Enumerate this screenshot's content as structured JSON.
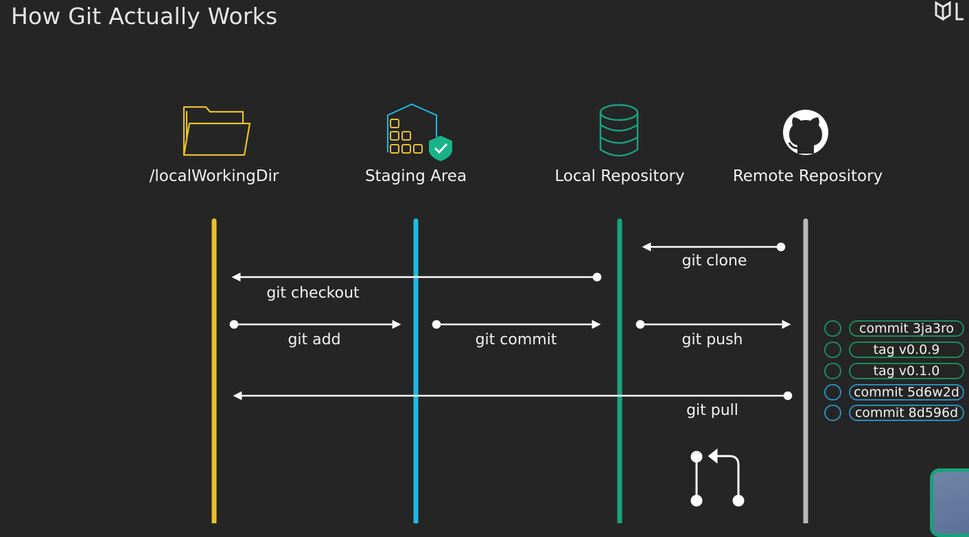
{
  "title": "How Git Actually Works",
  "columns": [
    {
      "label": "/localWorkingDir",
      "icon": "folder-icon",
      "color": "#e8c12c"
    },
    {
      "label": "Staging Area",
      "icon": "staging-box-icon",
      "color": "#1fb9e6"
    },
    {
      "label": "Local Repository",
      "icon": "database-icon",
      "color": "#19a27e"
    },
    {
      "label": "Remote Repository",
      "icon": "github-icon",
      "color": "#b8b8b8"
    }
  ],
  "operations": [
    {
      "label": "git clone",
      "from": "Remote Repository",
      "to": "Local Repository"
    },
    {
      "label": "git checkout",
      "from": "Local Repository",
      "to": "/localWorkingDir"
    },
    {
      "label": "git add",
      "from": "/localWorkingDir",
      "to": "Staging Area"
    },
    {
      "label": "git commit",
      "from": "Staging Area",
      "to": "Local Repository"
    },
    {
      "label": "git push",
      "from": "Local Repository",
      "to": "Remote Repository"
    },
    {
      "label": "git pull",
      "from": "Remote Repository",
      "to": "/localWorkingDir"
    }
  ],
  "history": [
    {
      "label": "commit 3ja3ro",
      "color": "#1f8a62"
    },
    {
      "label": "tag v0.0.9",
      "color": "#1f8a62"
    },
    {
      "label": "tag v0.1.0",
      "color": "#1f8a62"
    },
    {
      "label": "commit 5d6w2d",
      "color": "#2a8fb8"
    },
    {
      "label": "commit 8d596d",
      "color": "#2a8fb8"
    }
  ],
  "icons": {
    "brand": "brand-logo-icon",
    "pull_request": "pull-request-icon"
  }
}
